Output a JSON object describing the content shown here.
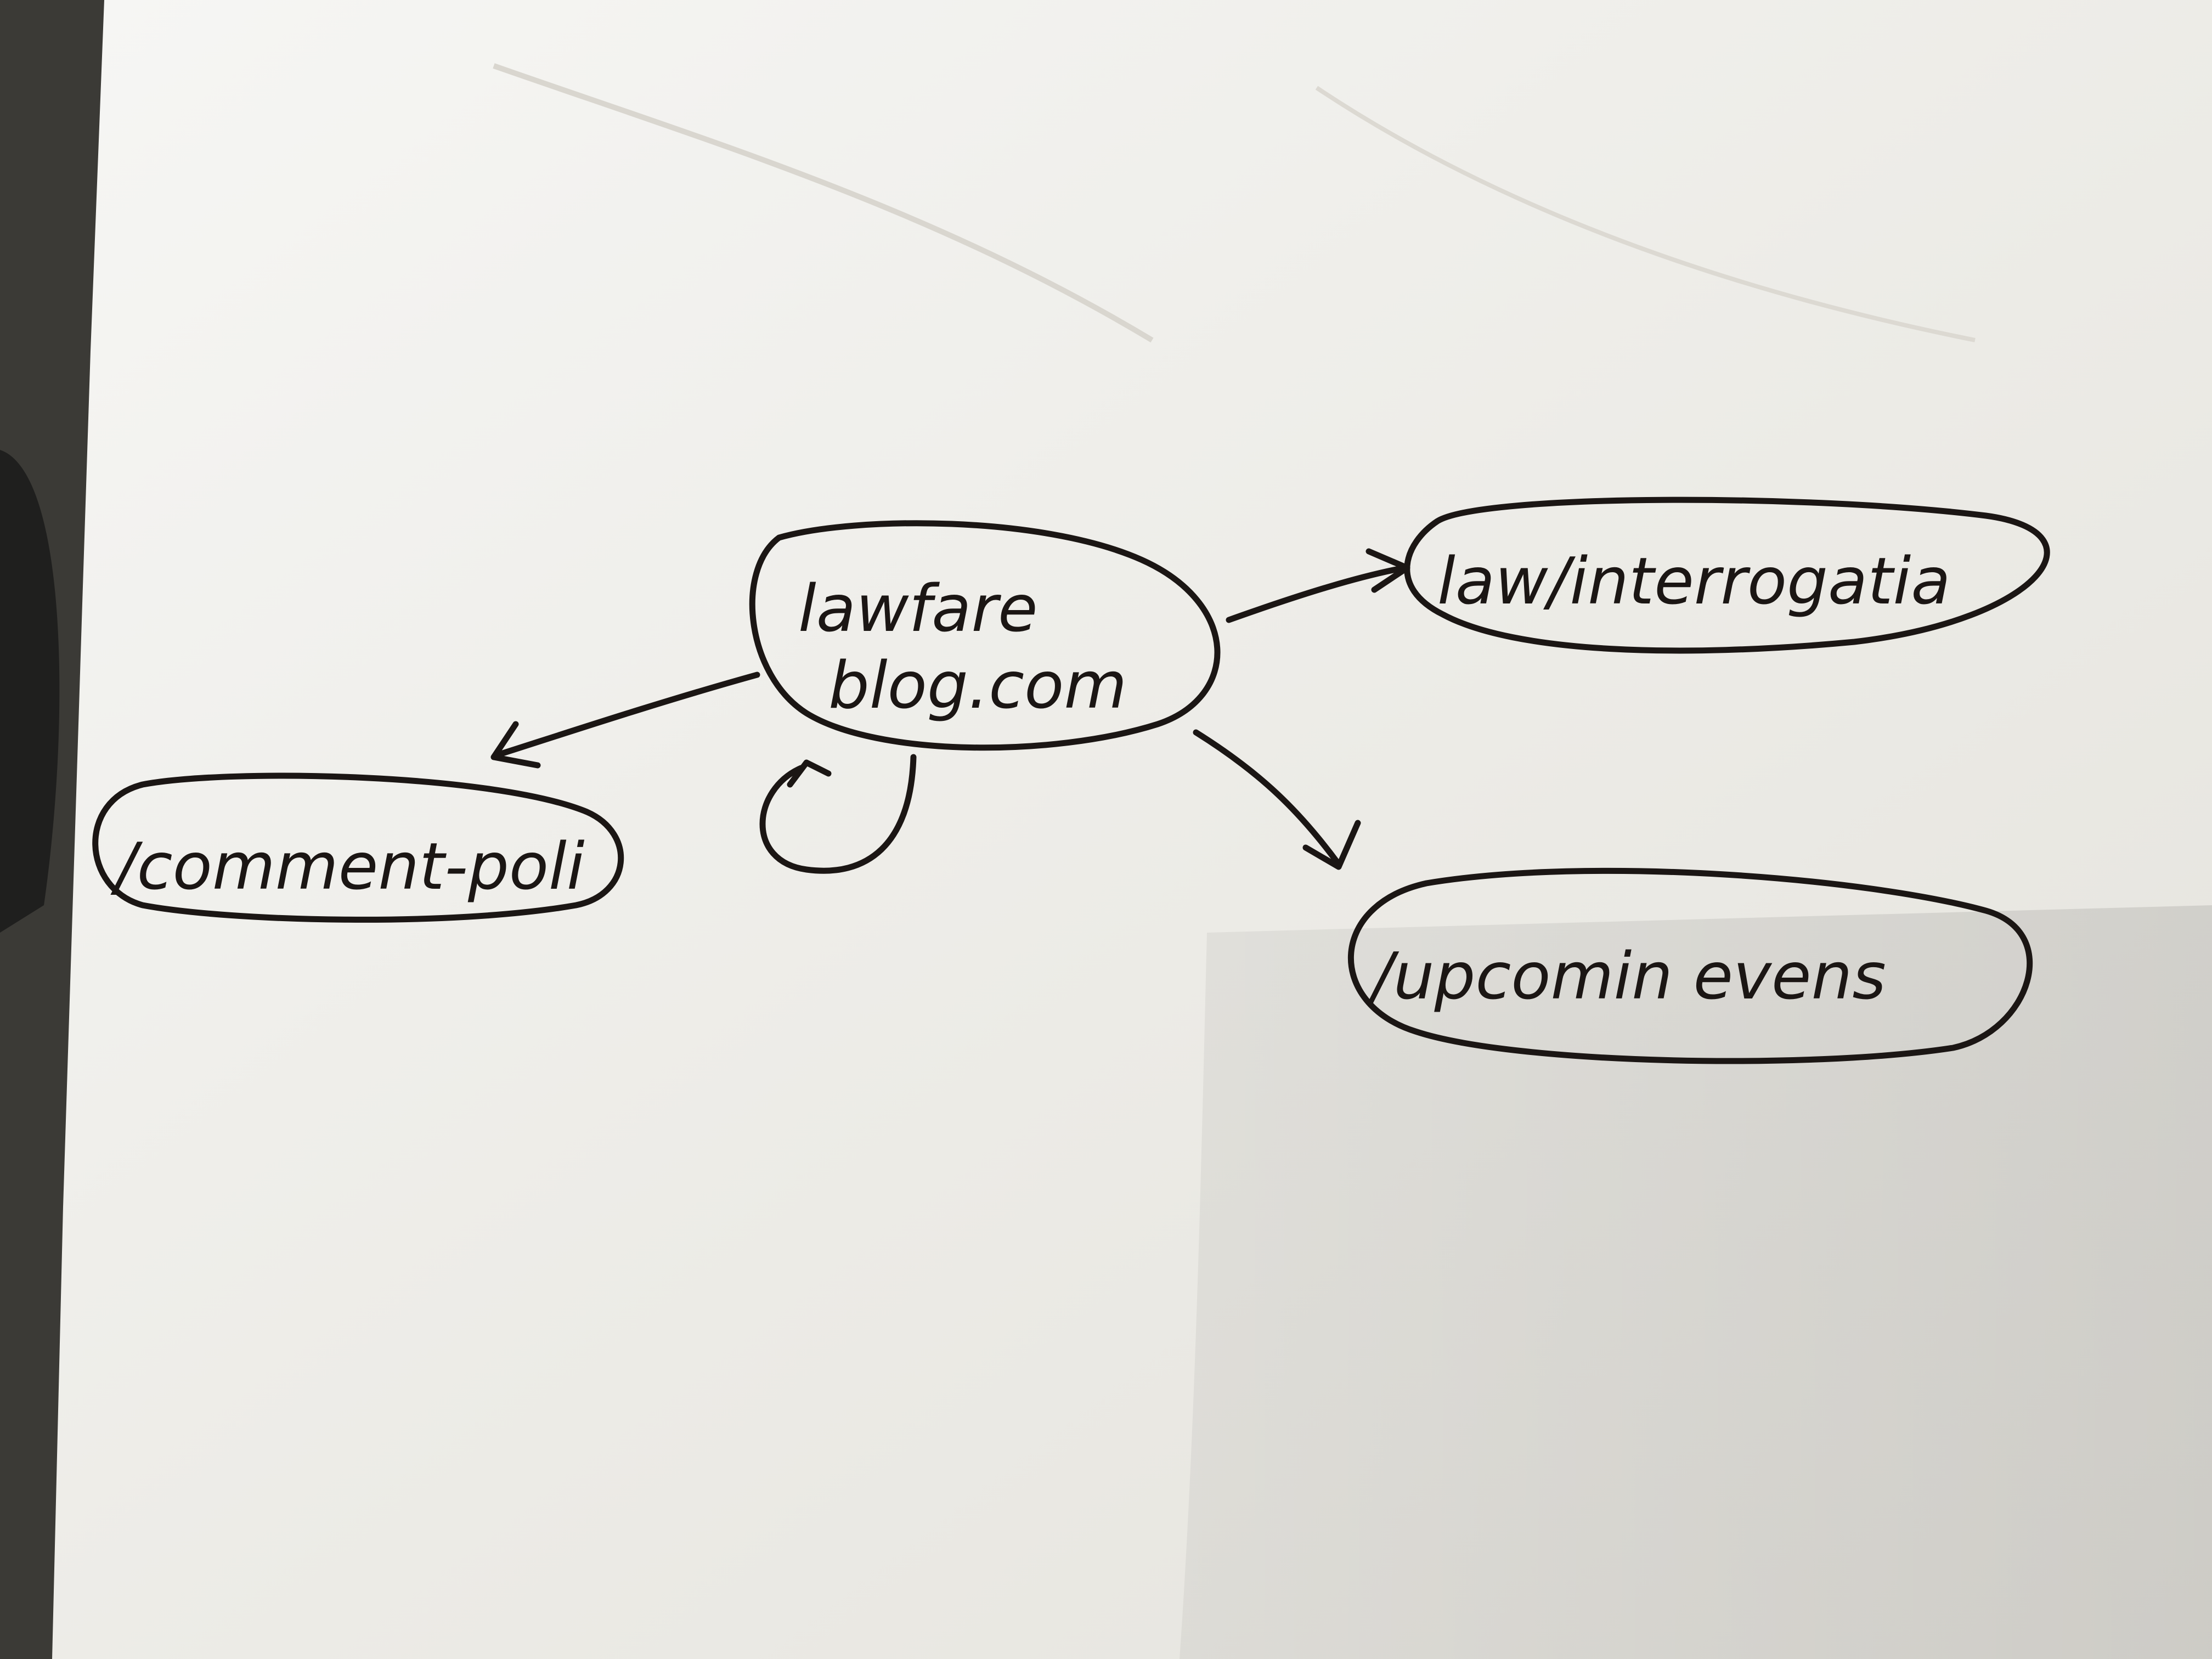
{
  "diagram": {
    "nodes": [
      {
        "id": "root",
        "lines": [
          "lawfare",
          "blog.com"
        ]
      },
      {
        "id": "law-interrogation",
        "lines": [
          "law/interrogatia"
        ]
      },
      {
        "id": "comment-policy",
        "lines": [
          "/comment-poli"
        ]
      },
      {
        "id": "upcoming-events",
        "lines": [
          "/upcomin evens"
        ]
      }
    ],
    "edges": [
      {
        "from": "root",
        "to": "law-interrogation"
      },
      {
        "from": "root",
        "to": "comment-policy"
      },
      {
        "from": "root",
        "to": "upcoming-events"
      },
      {
        "from": "root",
        "to": "root"
      }
    ]
  },
  "colors": {
    "ink": "#1b1614",
    "paper": "#f1efe9",
    "background": "#3b3a36"
  }
}
